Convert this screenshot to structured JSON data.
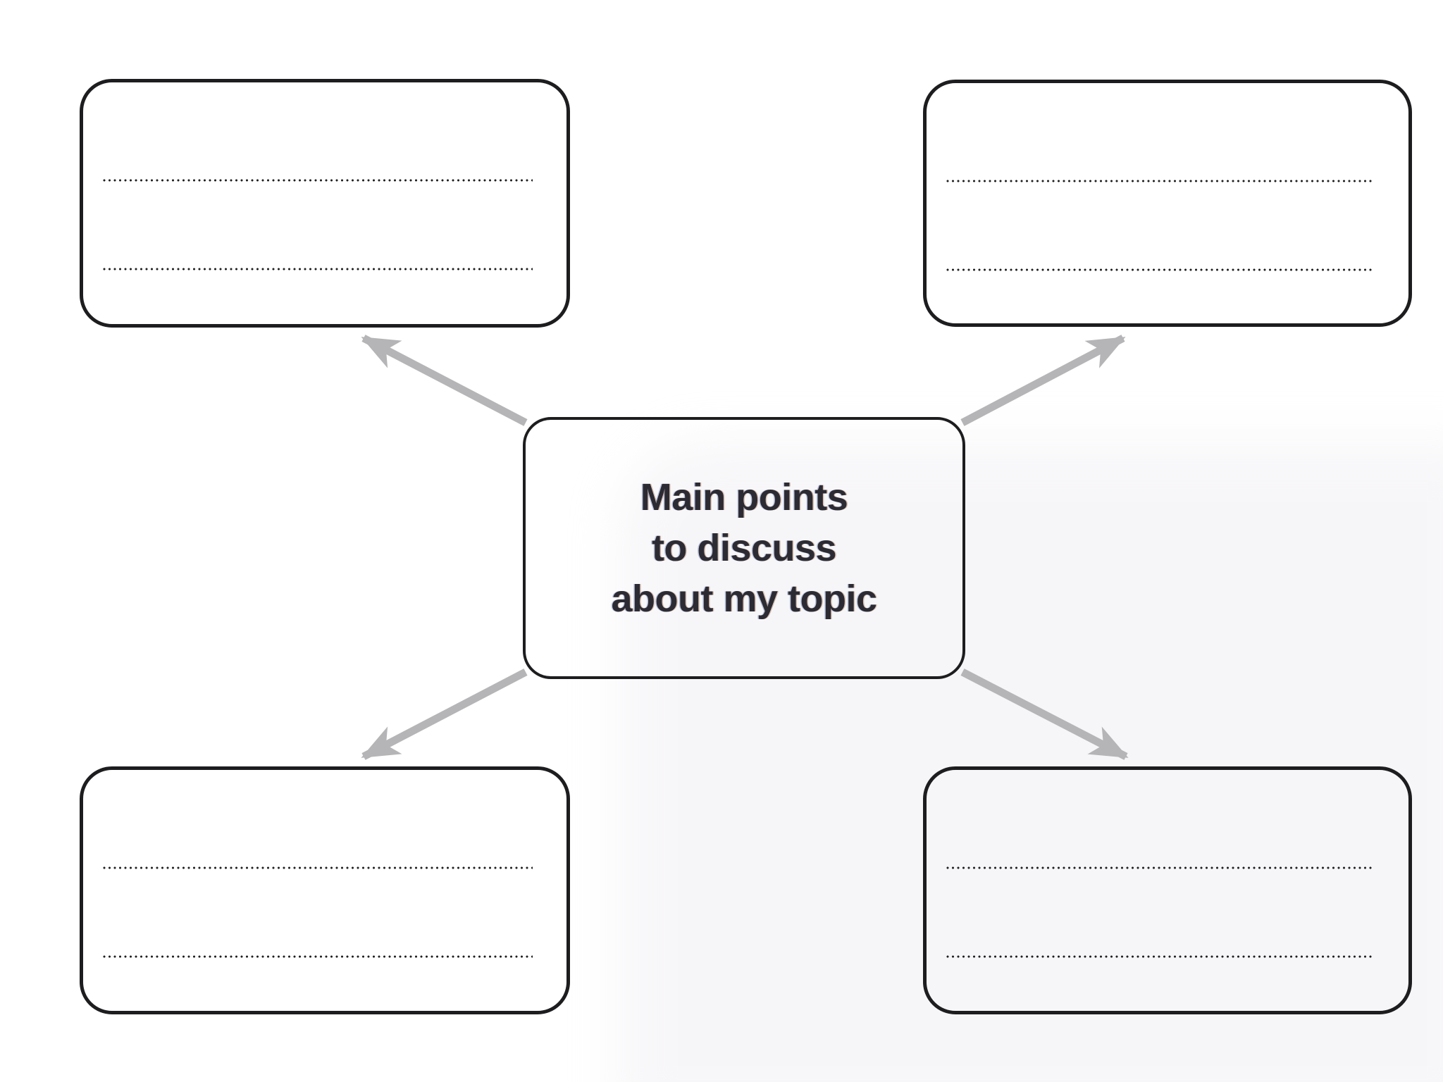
{
  "diagram": {
    "type": "spider-map-graphic-organizer",
    "title": {
      "lines": [
        "Main points",
        "to discuss",
        "about my topic"
      ]
    },
    "nodes": [
      {
        "id": "top-left",
        "write_lines": [
          "",
          ""
        ]
      },
      {
        "id": "top-right",
        "write_lines": [
          "",
          ""
        ]
      },
      {
        "id": "bottom-left",
        "write_lines": [
          "",
          ""
        ]
      },
      {
        "id": "bottom-right",
        "write_lines": [
          "",
          ""
        ]
      }
    ],
    "arrows": [
      {
        "id": "center-to-top-left",
        "direction": "up-left"
      },
      {
        "id": "center-to-top-right",
        "direction": "up-right"
      },
      {
        "id": "center-to-bottom-left",
        "direction": "down-left"
      },
      {
        "id": "center-to-bottom-right",
        "direction": "down-right"
      }
    ],
    "colors": {
      "border": "#1d1d1f",
      "text": "#2c2b33",
      "arrow": "#b5b5b7",
      "dots": "#1e1e1e",
      "background": "#ffffff"
    }
  }
}
